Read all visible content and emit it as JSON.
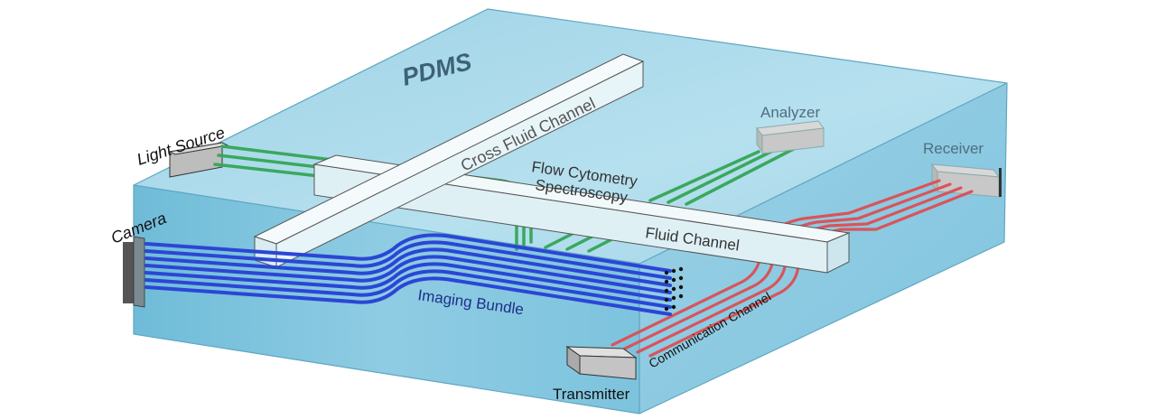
{
  "labels": {
    "pdms": "PDMS",
    "light_source": "Light Source",
    "camera": "Camera",
    "cross_fluid_channel": "Cross Fluid Channel",
    "flow_cytometry_1": "Flow Cytometry",
    "flow_cytometry_2": "Spectroscopy",
    "analyzer": "Analyzer",
    "receiver": "Receiver",
    "fluid_channel": "Fluid Channel",
    "imaging_bundle": "Imaging Bundle",
    "communication_channel": "Communication Channel",
    "transmitter": "Transmitter"
  },
  "colors": {
    "block_top": "#a9d6e8",
    "block_front": "#7ec4de",
    "block_side": "#8ccbe2",
    "green_fiber": "#3aa85c",
    "blue_fiber": "#2b46d6",
    "red_fiber": "#d9545a",
    "channel": "#e9f5f8",
    "box": "#cfcfcf"
  }
}
